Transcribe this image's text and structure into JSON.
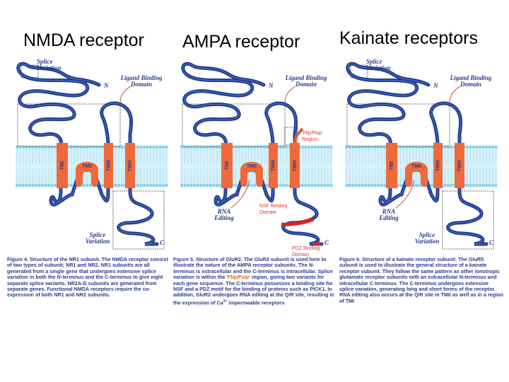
{
  "titles": [
    "NMDA receptor",
    "AMPA receptor",
    "Kainate receptors"
  ],
  "colors": {
    "chain": "#1f3c8f",
    "tm_segment": "#ee6a3a",
    "membrane": "#7fd0ef",
    "highlight": "#e02020",
    "label": "#2b3a8a"
  },
  "panels": [
    {
      "labels": {
        "splice_top": [
          "Splice",
          "Variation"
        ],
        "ligand": [
          "Ligand Binding",
          "Domain"
        ],
        "n_term": "N",
        "c_term": "C",
        "splice_bottom": [
          "Splice",
          "Variation"
        ]
      },
      "tm": [
        "TMI",
        "TMII",
        "TMIII",
        "TMIV"
      ]
    },
    {
      "labels": {
        "ligand": [
          "Ligand Binding",
          "Domain"
        ],
        "n_term": "N",
        "c_term": "C",
        "flip_flop": [
          "'Flip/Flop'",
          "Region"
        ],
        "rna": [
          "RNA",
          "Editing"
        ],
        "nsf": [
          "NSF Binding",
          "Domain"
        ],
        "pdz": [
          "PDZ Binding",
          "Domain"
        ]
      },
      "tm": [
        "TMI",
        "TMII",
        "TMIII",
        "TMIV"
      ]
    },
    {
      "labels": {
        "splice_top": [
          "Splice",
          "Variation"
        ],
        "ligand": [
          "Ligand Binding",
          "Domain"
        ],
        "n_term": "N",
        "c_term": "C",
        "rna": [
          "RNA",
          "Editing"
        ],
        "splice_bottom": [
          "Splice",
          "Variation"
        ]
      },
      "tm": [
        "TMI",
        "TMII",
        "TMIII",
        "TMIV"
      ]
    }
  ],
  "captions": [
    {
      "heading": "Figure 4. Structure of the NR1 subunit.",
      "body": " The NMDA receptor consist of two types of subunit; NR1 and NR2. NR1 subunits are all generated from a single gene that undergoes extensive splice variation in both the N-terminus and the C-terminus to give eight separate splice variants. NR2A-D subunits are generated from separate genes. Functional NMDA receptors require the co-expression of both NR1 and NR2 subunits."
    },
    {
      "heading": "Figure 5. Structure of GluR2.",
      "body1": " The GluR2 subunit is used here to illustrate the nature of the AMPA receptor subunits. The N-terminus is extracellular and the C-terminus is intracellular. Splice variation is within the ",
      "highlight": "'Flip/Flop'",
      "body2": " region, giving two variants for each gene sequence. The C-terminus possesses a binding site for NSF and a PDZ motif for the binding of proteins such as PICK1. In addition, GluR2 undergoes RNA editing at the Q/R site, resulting in the expression of Ca",
      "sup": "2+",
      "body3": " impermeable receptors"
    },
    {
      "heading": "Figure 6. Structure of a kainate receptor subunit.",
      "body": " The GluR5 subunit is used to illustrate the general structure of a kainate receptor subunit. They follow the same pattern as other ionotropic glutamate receptor subunits with an extracellular N-terminus and intracellular C-terminus. The C-terminus undergoes extensive splice variation, generating long and short forms of the receptor. RNA editing also occurs at the Q/R site in TMII as well as in a region of TMI"
    }
  ]
}
